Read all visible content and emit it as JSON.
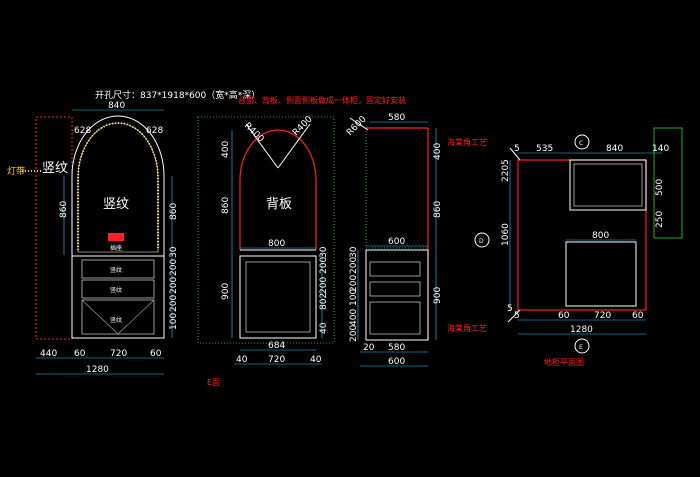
{
  "header": {
    "opening_size": "开孔尺寸：837*1918*600（宽*高*深）",
    "note": "台面、背板、侧面侧板做成一体柜，固定好安装"
  },
  "view_e": {
    "caption": "E面",
    "label_light": "灯带",
    "label_grain_side": "竖纹",
    "label_grain_door": "竖纹",
    "drawer_labels": [
      "竖纹",
      "竖纹",
      "竖纹"
    ],
    "small_label": "插座",
    "top_width": "840",
    "radius_left": "628",
    "radius_right": "628",
    "side_height": "860",
    "right_dims": [
      "860",
      "30",
      "200",
      "200",
      "200",
      "100"
    ],
    "bottom_dims": [
      "440",
      "60",
      "720",
      "60"
    ],
    "total_width": "1280"
  },
  "view_back": {
    "label_back": "背板",
    "radius_left": "R400",
    "radius_right": "R400",
    "left_dims": [
      "400",
      "860",
      "900"
    ],
    "right_dims": [
      "30",
      "200",
      "200",
      "802",
      "40"
    ],
    "width_800": "800",
    "inner_width": "684",
    "bottom_dims": [
      "40",
      "720",
      "40"
    ]
  },
  "view_side": {
    "radius": "R600",
    "top_depth": "580",
    "right_dims": [
      "400",
      "860",
      "900"
    ],
    "left_dims": [
      "30",
      "200",
      "200",
      "100",
      "400",
      "200"
    ],
    "width_600": "600",
    "bottom_dims": [
      "20",
      "580"
    ],
    "total_depth": "600"
  },
  "view_plan": {
    "caption": "地柜平面图",
    "label_top": "海棠角工艺",
    "label_bottom": "海棠角工艺",
    "marker_top": "C",
    "marker_left": "D",
    "marker_bottom": "E",
    "top_dims": [
      "5",
      "535",
      "840",
      "140"
    ],
    "left_dims": [
      "2205",
      "1060"
    ],
    "right_dims": [
      "500",
      "250"
    ],
    "inner_width": "800",
    "bottom_dims": [
      "5",
      "60",
      "720",
      "60"
    ],
    "bottom_left_5": "5",
    "total_width": "1280"
  }
}
